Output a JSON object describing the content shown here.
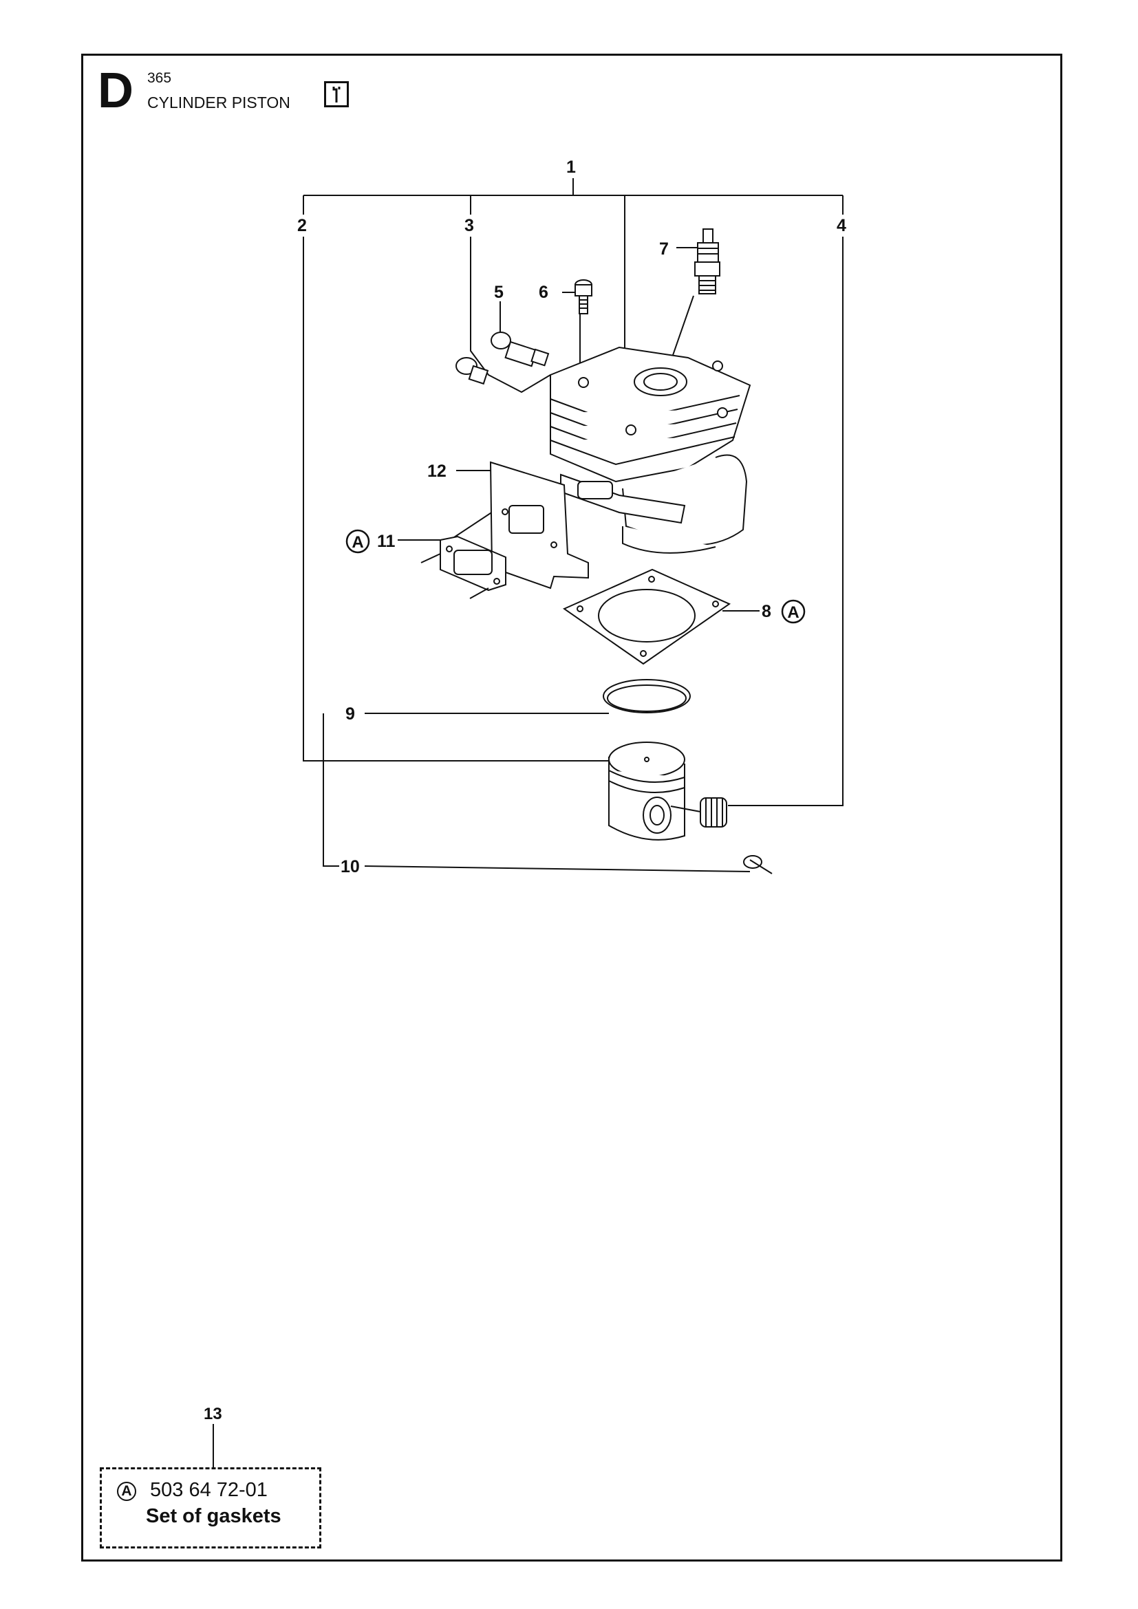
{
  "header": {
    "section_letter": "D",
    "model": "365",
    "title": "CYLINDER PISTON",
    "tool_icon": "wrench-icon"
  },
  "callouts": {
    "c1": "1",
    "c2": "2",
    "c3": "3",
    "c4": "4",
    "c5": "5",
    "c6": "6",
    "c7": "7",
    "c8": "8",
    "c9": "9",
    "c10": "10",
    "c11": "11",
    "c12": "12"
  },
  "kit_marker": "A",
  "kit": {
    "ref": "13",
    "marker": "A",
    "part_number": "503 64 72-01",
    "description": "Set of gaskets"
  },
  "colors": {
    "ink": "#111111",
    "paper": "#ffffff"
  }
}
